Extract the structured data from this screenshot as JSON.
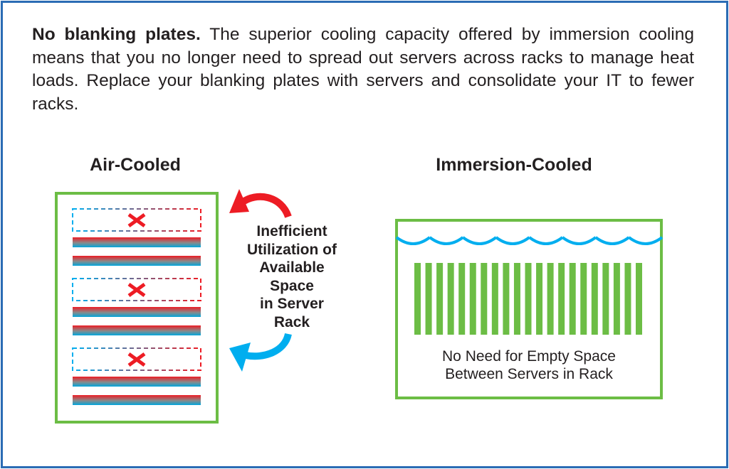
{
  "intro": {
    "bold": "No blanking plates.",
    "text": " The superior cooling capacity offered by immersion cooling means that you no longer need to spread out servers across racks to manage heat loads. Replace your blanking plates with servers and consolidate your IT to fewer racks."
  },
  "air_cooled": {
    "title": "Air-Cooled",
    "empty_slots": 3,
    "servers": 6,
    "empty_mark": "x-icon"
  },
  "middle": {
    "lines": [
      "Inefficient",
      "Utilization of",
      "Available",
      "Space",
      "in Server",
      "Rack"
    ]
  },
  "immersion_cooled": {
    "title": "Immersion-Cooled",
    "servers": 21,
    "waves": 8,
    "caption_lines": [
      "No Need for Empty Space",
      "Between Servers in Rack"
    ]
  },
  "colors": {
    "frame": "#2b6cb4",
    "green": "#6cbd45",
    "red": "#ed1c24",
    "blue": "#00aeef"
  }
}
